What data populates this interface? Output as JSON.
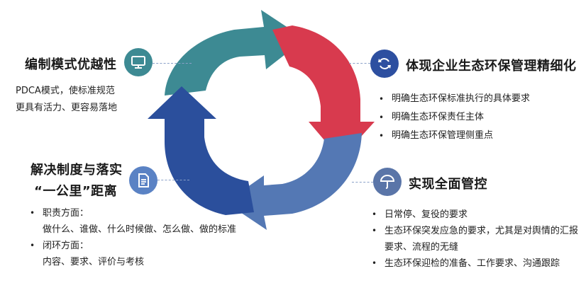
{
  "colors": {
    "teal": "#3d8a93",
    "red": "#d83a4e",
    "blue_light": "#5478b4",
    "blue_dark": "#2b4f9c",
    "icon_teal": "#3d8a93",
    "icon_blue": "#2d4fa0",
    "icon_light_blue": "#5a82c4",
    "icon_slate": "#5a75a8"
  },
  "icons": [
    "monitor-icon",
    "refresh-icon",
    "document-icon",
    "umbrella-icon"
  ],
  "top_left": {
    "title": "编制模式优越性",
    "lines": [
      "PDCA模式，使标准规范",
      "更具有活力、更容易落地"
    ]
  },
  "top_right": {
    "title": "体现企业生态环保管理精细化",
    "items": [
      "明确生态环保标准执行的具体要求",
      "明确生态环保责任主体",
      "明确生态环保管理侧重点"
    ]
  },
  "bottom_left": {
    "title_line1": "解决制度与落实",
    "title_line2": "“一公里”距离",
    "items": [
      {
        "label": "职责方面：",
        "detail": "做什么、谁做、什么时候做、怎么做、做的标准"
      },
      {
        "label": "闭环方面：",
        "detail": "内容、要求、评价与考核"
      }
    ]
  },
  "bottom_right": {
    "title": "实现全面管控",
    "items": [
      "日常停、复役的要求",
      "生态环保突发应急的要求，尤其是对舆情的汇报",
      "生态环保迎检的准备、工作要求、沟通跟踪"
    ],
    "continuation": "要求、流程的无缝"
  }
}
